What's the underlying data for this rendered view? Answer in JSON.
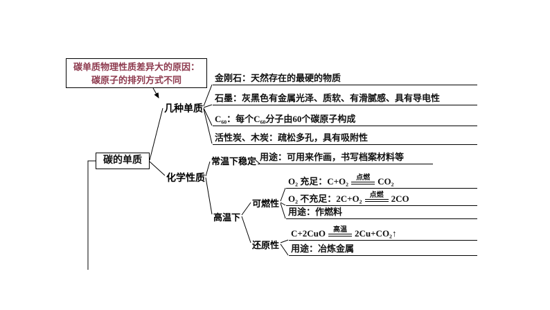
{
  "colors": {
    "line": "#000000",
    "text": "#111111",
    "note_text": "#8e3b4f",
    "background": "#ffffff"
  },
  "note": {
    "line1": "碳单质物理性质差异大的原因：",
    "line2": "碳原子的排列方式不同"
  },
  "root": "碳的单质",
  "forms": {
    "label": "几种单质",
    "items": [
      "金刚石：天然存在的最硬的物质",
      "石墨：灰黑色有金属光泽、质软、有滑腻感、具有导电性",
      "C₆₀：每个C₆₀分子由60个碳原子构成",
      "活性炭、木炭：疏松多孔，具有吸附性"
    ]
  },
  "chemical": {
    "label": "化学性质",
    "room_temp": {
      "label": "常温下稳定",
      "use": "用途：可用来作画，书写档案材料等"
    },
    "high_temp": {
      "label": "高温下",
      "combustibility": {
        "label": "可燃性",
        "eq_sufficient": {
          "lhs": "O₂ 充足：C+O₂",
          "condition": "点燃",
          "rhs": "CO₂"
        },
        "eq_insufficient": {
          "lhs": "O₂ 不充足：2C+O₂",
          "condition": "点燃",
          "rhs": "2CO"
        },
        "use": "用途：作燃料"
      },
      "reducibility": {
        "label": "还原性",
        "eq": {
          "lhs": "C+2CuO",
          "condition": "高温",
          "rhs": "2Cu+CO₂↑"
        },
        "use": "用途：冶炼金属"
      }
    }
  }
}
